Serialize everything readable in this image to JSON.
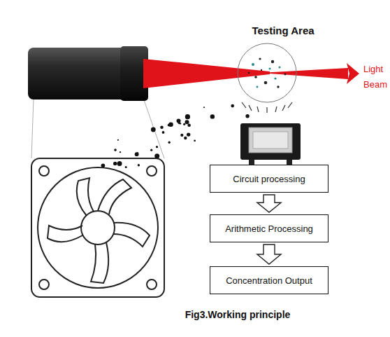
{
  "diagram": {
    "title": "Testing Area",
    "caption": "Fig3.Working principle",
    "nodes": [
      {
        "text": [
          "Circuit processing"
        ]
      },
      {
        "text": [
          "Arithmetic Processing"
        ]
      },
      {
        "text": [
          "Concentration Output"
        ]
      }
    ],
    "edges": [
      {
        "from": 0,
        "to": 1,
        "arrow": "to"
      },
      {
        "from": 1,
        "to": 2,
        "arrow": "to"
      }
    ],
    "labels": [
      "Light Beam"
    ]
  }
}
